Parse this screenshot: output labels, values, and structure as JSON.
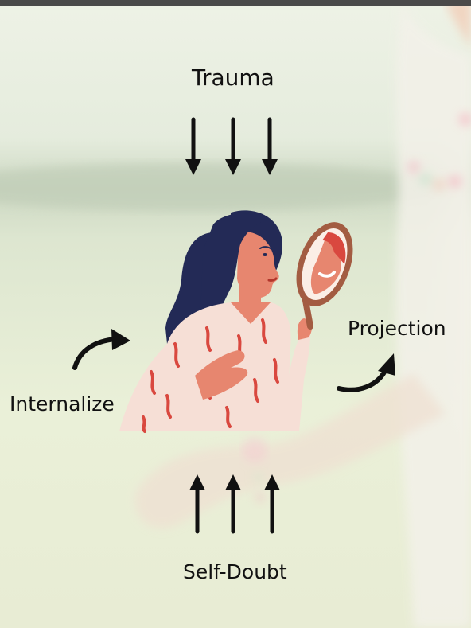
{
  "diagram": {
    "labels": {
      "top": "Trauma",
      "right": "Projection",
      "left": "Internalize",
      "bottom": "Self-Doubt"
    }
  },
  "colors": {
    "background_light": "#e8efdc",
    "background_mid": "#cfd8bf",
    "text": "#111111",
    "arrow": "#111111",
    "hair": "#232a56",
    "skin": "#e7866f",
    "shirt": "#f6dfd6",
    "shirt_pattern": "#d9483f",
    "mirror_frame": "#a35c42"
  },
  "icons": {
    "figure": "woman-with-mirror-illustration"
  }
}
